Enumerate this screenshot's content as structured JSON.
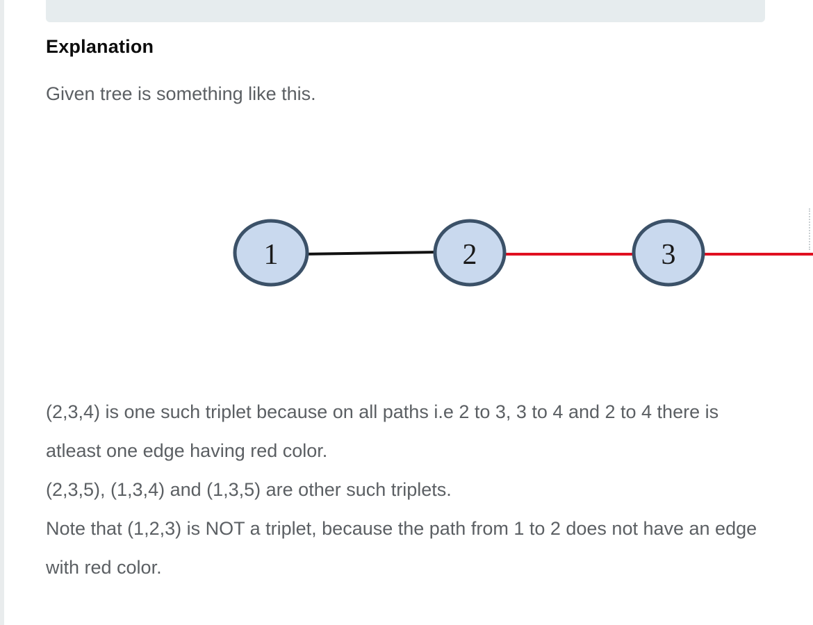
{
  "heading": "Explanation",
  "intro": "Given tree is something like this.",
  "tree": {
    "nodes": [
      {
        "label": "1"
      },
      {
        "label": "2"
      },
      {
        "label": "3"
      }
    ],
    "edges": [
      {
        "from": "1",
        "to": "2",
        "color": "#111111"
      },
      {
        "from": "2",
        "to": "3",
        "color": "#e01020"
      },
      {
        "from": "3",
        "to": "",
        "color": "#e01020"
      }
    ],
    "node_fill": "#c9d9ee",
    "node_stroke": "#3b5168"
  },
  "paragraphs": [
    "(2,3,4) is one such triplet because on all paths i.e 2 to 3, 3 to 4 and 2 to 4 there is atleast one edge having red color.",
    "(2,3,5), (1,3,4) and (1,3,5) are other such triplets.",
    "Note that (1,2,3) is NOT a triplet, because the path from 1 to 2 does not have an edge with red color."
  ]
}
